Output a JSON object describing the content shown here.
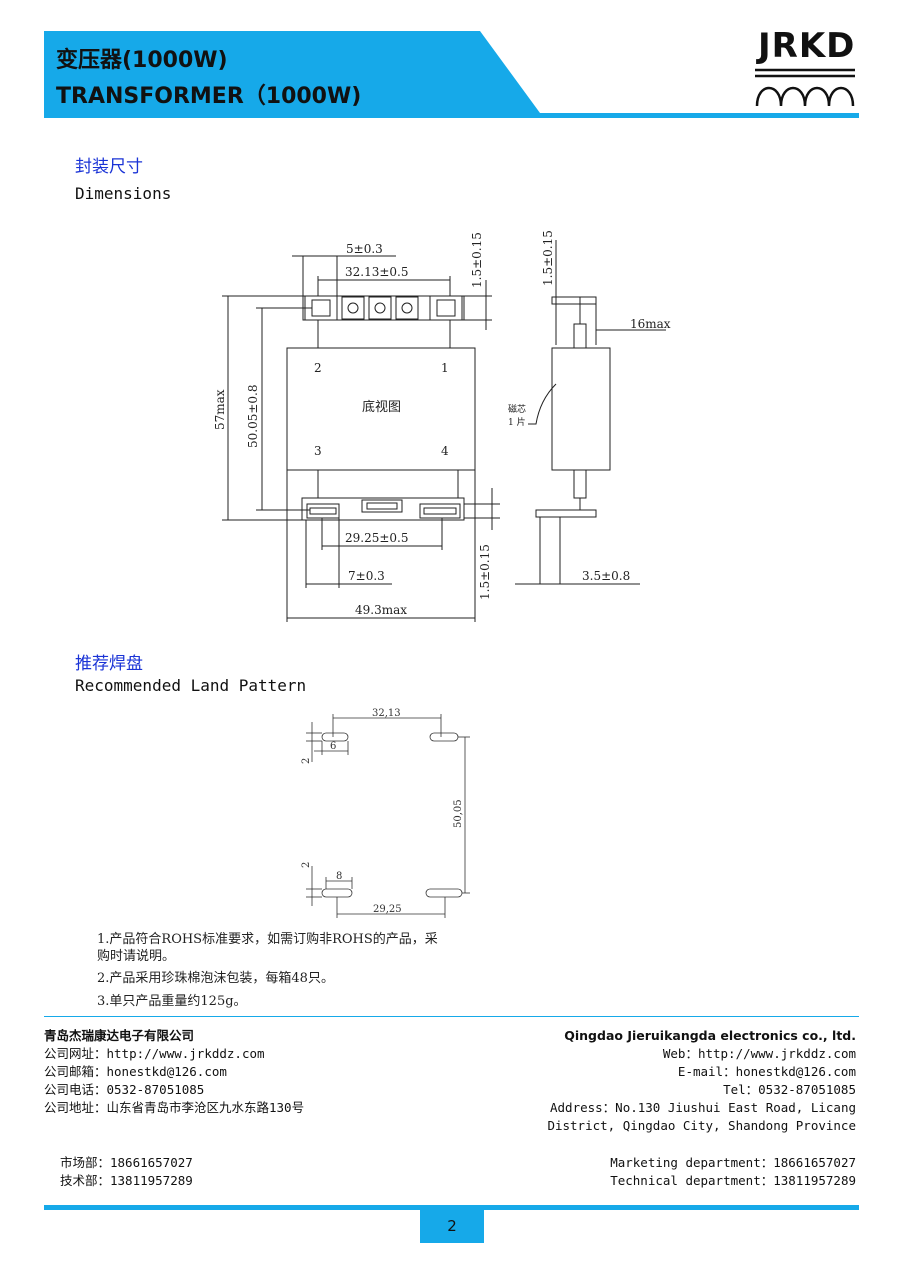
{
  "header": {
    "title_zh": "变压器(1000W)",
    "title_en": "TRANSFORMER（1000W)",
    "logo": "JRKD",
    "accent_color": "#16a9e9"
  },
  "dimensions": {
    "title_zh": "封装尺寸",
    "title_en": "Dimensions",
    "labels": {
      "pin_width": "5±0.3",
      "pin_spacing_top": "32.13±0.5",
      "pin_thickness_1": "1.5±0.15",
      "pin_thickness_2": "1.5±0.15",
      "height_max": "57max",
      "pin_row_spacing": "50.05±0.8",
      "pin_1": "1",
      "pin_2": "2",
      "pin_3": "3",
      "pin_4": "4",
      "bottom_view": "底视图",
      "core_label_1": "磁芯",
      "core_label_2": "1 片",
      "depth_max": "16max",
      "pin_spacing_bottom": "29.25±0.5",
      "pin_width_bottom": "7±0.3",
      "pin_thickness_3": "1.5±0.15",
      "width_max": "49.3max",
      "pin_offset": "3.5±0.8"
    }
  },
  "land_pattern": {
    "title_zh": "推荐焊盘",
    "title_en": "Recommended Land Pattern",
    "labels": {
      "top_spacing": "32,13",
      "pad_width_top": "6",
      "pad_height_top": "2",
      "row_spacing": "50,05",
      "pad_height_bottom": "2",
      "pad_width_bottom": "8",
      "bottom_spacing": "29,25"
    }
  },
  "notes": [
    "1.产品符合ROHS标准要求，如需订购非ROHS的产品，采",
    "购时请说明。",
    "2.产品采用珍珠棉泡沫包装，每箱48只。",
    "3.单只产品重量约125g。"
  ],
  "footer": {
    "company_zh": "青岛杰瑞康达电子有限公司",
    "website_zh": "公司网址：http://www.jrkddz.com",
    "email_zh": "公司邮箱：honestkd@126.com",
    "phone_zh": "公司电话：0532-87051085",
    "address_zh": "公司地址：山东省青岛市李沧区九水东路130号",
    "company_en": "Qingdao Jieruikangda electronics co., ltd.",
    "website_en": "Web：http://www.jrkddz.com",
    "email_en": "E-mail：honestkd@126.com",
    "phone_en": "Tel：0532-87051085",
    "address_en_1": "Address：No.130 Jiushui East Road, Licang",
    "address_en_2": "District, Qingdao City, Shandong Province",
    "marketing_zh": "市场部：18661657027",
    "technical_zh": "技术部：13811957289",
    "marketing_en": "Marketing department：18661657027",
    "technical_en": "Technical department：13811957289",
    "page_number": "2"
  }
}
